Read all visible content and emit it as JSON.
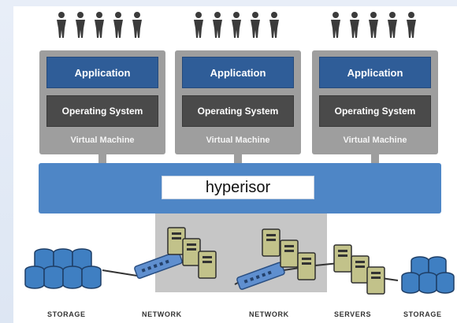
{
  "virtual_machines": [
    {
      "application": "Application",
      "operating_system": "Operating System",
      "label": "Virtual Machine"
    },
    {
      "application": "Application",
      "operating_system": "Operating System",
      "label": "Virtual Machine"
    },
    {
      "application": "Application",
      "operating_system": "Operating System",
      "label": "Virtual Machine"
    }
  ],
  "hypervisor": {
    "label": "hyperisor"
  },
  "bottom_labels": [
    "STORAGE",
    "NETWORK",
    "NETWORK",
    "SERVERS",
    "STORAGE"
  ],
  "colors": {
    "vm_bg": "#9e9e9e",
    "application": "#2f5d98",
    "operating_system": "#4a4a4a",
    "hypervisor": "#4e86c6",
    "storage": "#3f7fc2",
    "server": "#c2c28a"
  },
  "icons": [
    "user-icon",
    "storage-icon",
    "network-switch-icon",
    "server-icon"
  ]
}
